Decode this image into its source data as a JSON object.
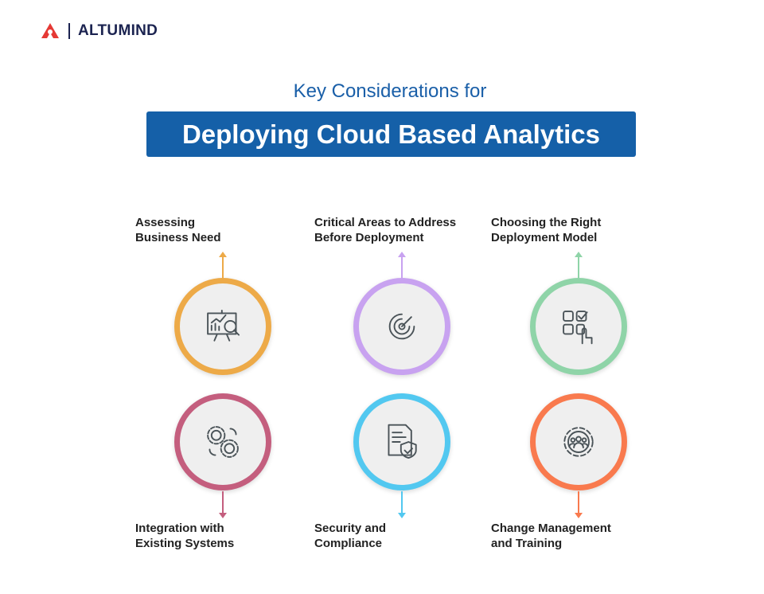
{
  "brand": {
    "name": "ALTUMIND"
  },
  "header": {
    "subtitle": "Key Considerations for",
    "title": "Deploying Cloud Based Analytics"
  },
  "items": [
    {
      "label1": "Assessing",
      "label2": "Business Need",
      "color": "#EDAA48",
      "icon": "presentation-analytics-icon"
    },
    {
      "label1": "Critical Areas to Address",
      "label2": "Before Deployment",
      "color": "#C8A2F0",
      "icon": "target-icon"
    },
    {
      "label1": "Choosing the Right",
      "label2": "Deployment Model",
      "color": "#8FD4A8",
      "icon": "select-grid-icon"
    },
    {
      "label1": "Integration with",
      "label2": "Existing Systems",
      "color": "#C45E7E",
      "icon": "gears-icon"
    },
    {
      "label1": "Security and",
      "label2": "Compliance",
      "color": "#52C8F0",
      "icon": "document-shield-icon"
    },
    {
      "label1": "Change Management",
      "label2": "and Training",
      "color": "#F97A4E",
      "icon": "team-gear-icon"
    }
  ]
}
